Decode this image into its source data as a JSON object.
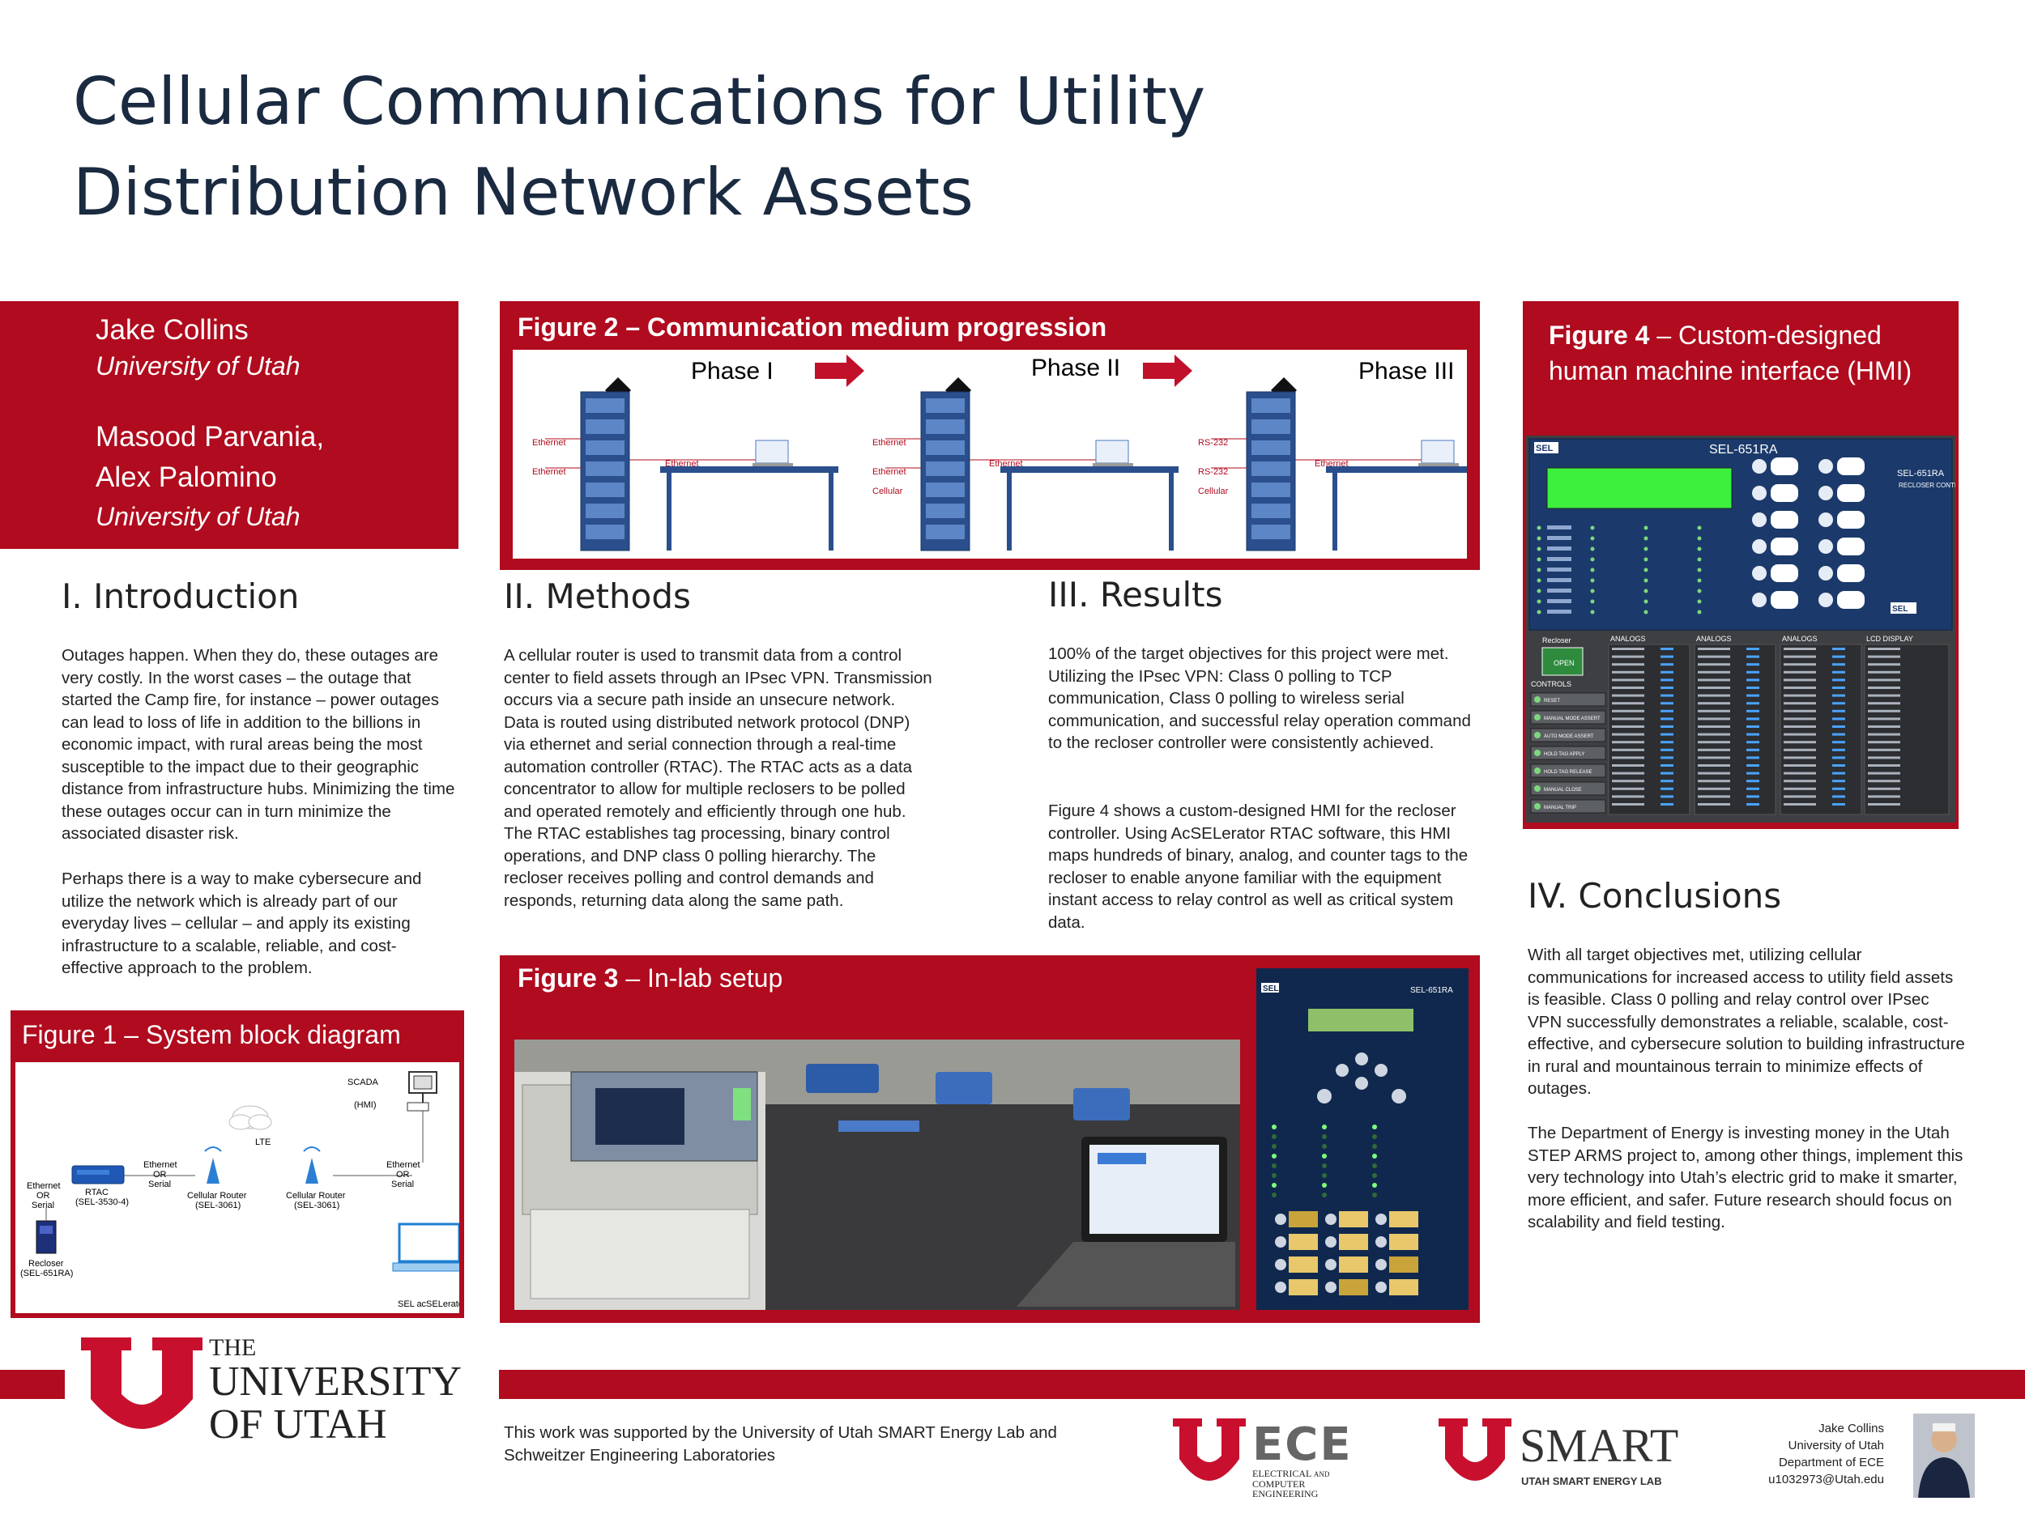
{
  "title": {
    "line1": "Cellular Communications for Utility",
    "line2": "Distribution Network Assets"
  },
  "authors": {
    "name1": "Jake Collins",
    "affil1": "University of Utah",
    "name2": "Masood Parvania,",
    "name3": "Alex Palomino",
    "affil2": "University of Utah"
  },
  "intro": {
    "heading": "I.    Introduction",
    "p1": "Outages happen. When they do, these outages are very costly. In the worst cases – the outage that started the Camp fire, for instance – power outages can lead to loss of life in addition to the billions in economic impact, with rural areas being the most susceptible to the impact due to their geographic distance from infrastructure hubs. Minimizing the time these outages occur can in turn minimize the associated disaster risk.",
    "p2": "Perhaps there is a way to make cybersecure and utilize the network which is already part of our everyday lives – cellular – and apply its existing infrastructure to a scalable, reliable, and cost-effective approach to the problem."
  },
  "methods": {
    "heading": "II. Methods",
    "p1": "A cellular router is used to transmit data from a control center to field assets through an IPsec VPN. Transmission occurs via a secure path inside an unsecure network. Data is routed using distributed network protocol (DNP) via ethernet and serial connection through a real-time automation controller (RTAC). The RTAC acts as a data concentrator to allow for multiple reclosers to be polled and operated remotely and efficiently through one hub. The RTAC establishes tag processing, binary control operations, and DNP class 0 polling hierarchy.  The recloser receives polling and control demands and responds, returning data along the same path."
  },
  "results": {
    "heading": "III. Results",
    "p1": "100% of the target objectives for this project were met. Utilizing the IPsec VPN: Class 0 polling to TCP communication, Class 0 polling to wireless serial communication, and successful relay operation command to the recloser controller were consistently achieved.",
    "p2": "Figure 4 shows a custom-designed HMI for the recloser controller. Using AcSELerator RTAC software, this HMI maps hundreds of binary, analog, and counter tags to the recloser to enable anyone familiar with the equipment instant access to relay control as well as critical system data."
  },
  "conclusions": {
    "heading": "IV. Conclusions",
    "p1": "With all target objectives met, utilizing cellular communications for increased access to utility field assets is feasible. Class 0 polling and relay control over IPsec VPN successfully demonstrates a reliable, scalable, cost-effective, and cybersecure solution to building infrastructure in rural and mountainous terrain to minimize effects of outages.",
    "p2": "The Department of Energy is investing money in the Utah STEP ARMS project to, among other things, implement this very technology into Utah’s electric grid to make it smarter, more efficient, and safer. Future research should focus on scalability and field testing."
  },
  "fig1": {
    "label": "Figure 1",
    "caption": " – System block diagram",
    "scada": "SCADA",
    "hmi": "(HMI)",
    "lte": "LTE",
    "eth_or_serial": [
      "Ethernet",
      "OR",
      "Serial"
    ],
    "rtac": "RTAC",
    "rtac_model": "(SEL-3530-4)",
    "router": "Cellular Router",
    "router_model": "(SEL-3061)",
    "recloser": "Recloser",
    "recloser_model": "(SEL-651RA)",
    "software": "SEL acSELerator"
  },
  "fig2": {
    "label": "Figure 2",
    "caption": " – Communication medium progression",
    "phase1": "Phase I",
    "phase2": "Phase II",
    "phase3": "Phase III",
    "ethernet": "Ethernet",
    "cellular": "Cellular",
    "rs232": "RS-232"
  },
  "fig3": {
    "label": "Figure 3",
    "caption": " – In-lab setup",
    "sel": "SEL",
    "model": "SEL-651RA"
  },
  "fig4": {
    "label": "Figure 4",
    "caption": " – Custom-designed human machine interface (HMI)",
    "device": "SEL-651RA",
    "device_sub": "SEL-651RA",
    "device_sub2": "RECLOSER CONTROL",
    "sel": "SEL",
    "controls_label": "CONTROLS",
    "controls": [
      "RESET",
      "MANUAL MODE ASSERT",
      "AUTO MODE ASSERT",
      "HOLD TAG APPLY",
      "HOLD TAG RELEASE",
      "MANUAL CLOSE",
      "MANUAL TRIP"
    ],
    "analogs_label": "ANALOGS",
    "lcd_label": "LCD DISPLAY",
    "recloser_label": "Recloser",
    "recloser_state": "OPEN"
  },
  "footer": {
    "university_the": "THE",
    "university_name": "UNIVERSITY",
    "university_of": "OF UTAH",
    "support_line1": "This work was supported by the University of Utah SMART Energy Lab and",
    "support_line2": "Schweitzer Engineering Laboratories",
    "ece": "ECE",
    "ece_sub1": "ELECTRICAL",
    "ece_and": "AND",
    "ece_sub2": "COMPUTER",
    "ece_sub3": "ENGINEERING",
    "smart": "SMART",
    "smart_sub": "UTAH SMART ENERGY LAB",
    "contact_name": "Jake Collins",
    "contact_univ": "University of Utah",
    "contact_dept": "Department of ECE",
    "contact_email": "u1032973@Utah.edu"
  },
  "colors": {
    "utah_red": "#b00b1e",
    "title_navy": "#1a2a40",
    "hmi_blue": "#1b3a6b",
    "lcd_green": "#3df03d"
  }
}
